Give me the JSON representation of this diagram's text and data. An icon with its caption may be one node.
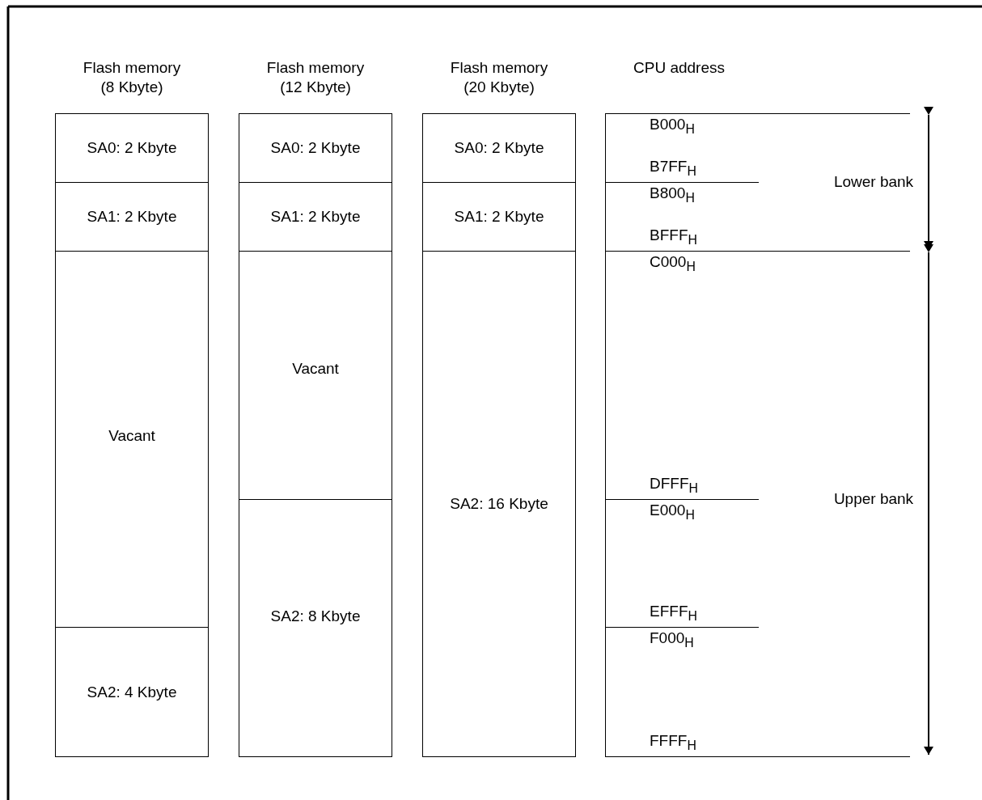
{
  "diagram": {
    "nodes": [
      {
        "text": [
          "SA0: 2 Kbyte"
        ]
      },
      {
        "text": [
          "SA1: 2 Kbyte"
        ]
      },
      {
        "text": [
          "Vacant"
        ]
      },
      {
        "text": [
          "SA2: 4 Kbyte"
        ]
      },
      {
        "text": [
          "SA0: 2 Kbyte"
        ]
      },
      {
        "text": [
          "SA1: 2 Kbyte"
        ]
      },
      {
        "text": [
          "Vacant"
        ]
      },
      {
        "text": [
          "SA2: 8 Kbyte"
        ]
      },
      {
        "text": [
          "SA0: 2 Kbyte"
        ]
      },
      {
        "text": [
          "SA1: 2 Kbyte"
        ]
      },
      {
        "text": [
          "SA2: 16 Kbyte"
        ]
      },
      {
        "text": [
          "B000$_{H}$",
          "B7FF$_{H}$"
        ]
      },
      {
        "text": [
          "B800$_{H}$",
          "BFFF$_{H}$"
        ]
      },
      {
        "text": [
          "C000$_{H}$",
          "DFFF$_{H}$"
        ]
      },
      {
        "text": [
          "E000$_{H}$",
          "EFFF$_{H}$"
        ]
      },
      {
        "text": [
          "F000$_{H}$",
          "FFFF$_{H}$"
        ]
      }
    ],
    "edges": [],
    "labels": [
      "Flash memory (8 Kbyte)",
      "Flash memory (12 Kbyte)",
      "Flash memory (20 Kbyte)",
      "CPU address",
      "Lower bank",
      "Upper bank"
    ]
  }
}
